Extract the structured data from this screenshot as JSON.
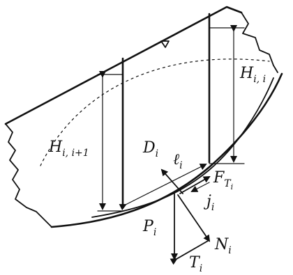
{
  "labels": {
    "H_i_i1": "H",
    "H_i_i1_sub": "i, i+1",
    "H_i_i": "H",
    "H_i_i_sub": "i, i",
    "D": "D",
    "D_sub": "i",
    "l": "ℓ",
    "l_sub": "i",
    "F": "F",
    "F_sub": "T",
    "F_sub2": "i",
    "j": "j",
    "j_sub": "i",
    "P": "P",
    "P_sub": "i",
    "N": "N",
    "N_sub": "i",
    "T": "T",
    "T_sub": "i"
  }
}
